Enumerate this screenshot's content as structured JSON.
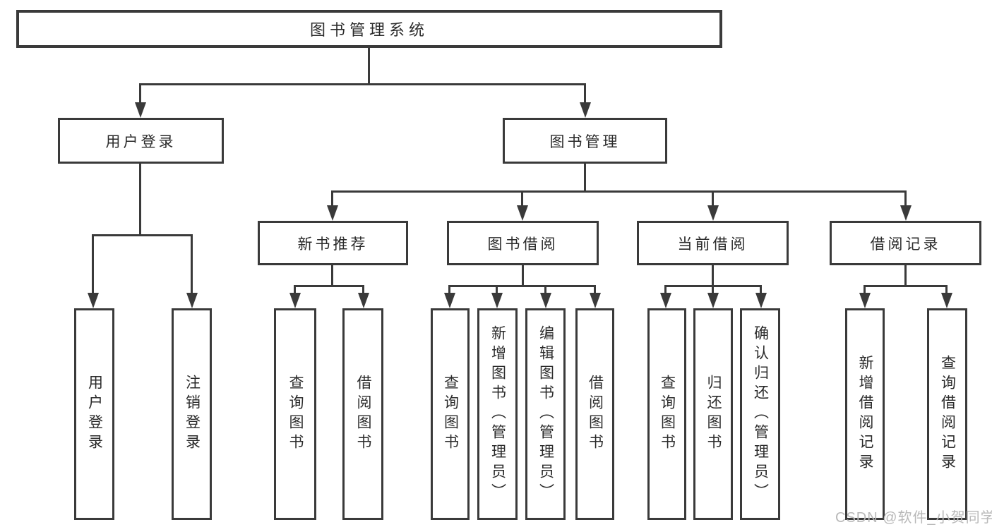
{
  "colors": {
    "background": "#ffffff",
    "line": "#3a3a3a",
    "text": "#2b2b2b",
    "watermark": "#b9b9b9"
  },
  "watermark": {
    "text": "CSDN @软件_小贺同学"
  },
  "tree": {
    "root": {
      "label": "图书管理系统",
      "children": [
        {
          "label": "用户登录",
          "children": [
            {
              "label": "用户登录"
            },
            {
              "label": "注销登录"
            }
          ]
        },
        {
          "label": "图书管理",
          "children": [
            {
              "label": "新书推荐",
              "children": [
                {
                  "label": "查询图书"
                },
                {
                  "label": "借阅图书"
                }
              ]
            },
            {
              "label": "图书借阅",
              "children": [
                {
                  "label": "查询图书"
                },
                {
                  "label": "新增图书（管理员）"
                },
                {
                  "label": "编辑图书（管理员）"
                },
                {
                  "label": "借阅图书"
                }
              ]
            },
            {
              "label": "当前借阅",
              "children": [
                {
                  "label": "查询图书"
                },
                {
                  "label": "归还图书"
                },
                {
                  "label": "确认归还（管理员）"
                }
              ]
            },
            {
              "label": "借阅记录",
              "children": [
                {
                  "label": "新增借阅记录"
                },
                {
                  "label": "查询借阅记录"
                }
              ]
            }
          ]
        }
      ]
    }
  }
}
